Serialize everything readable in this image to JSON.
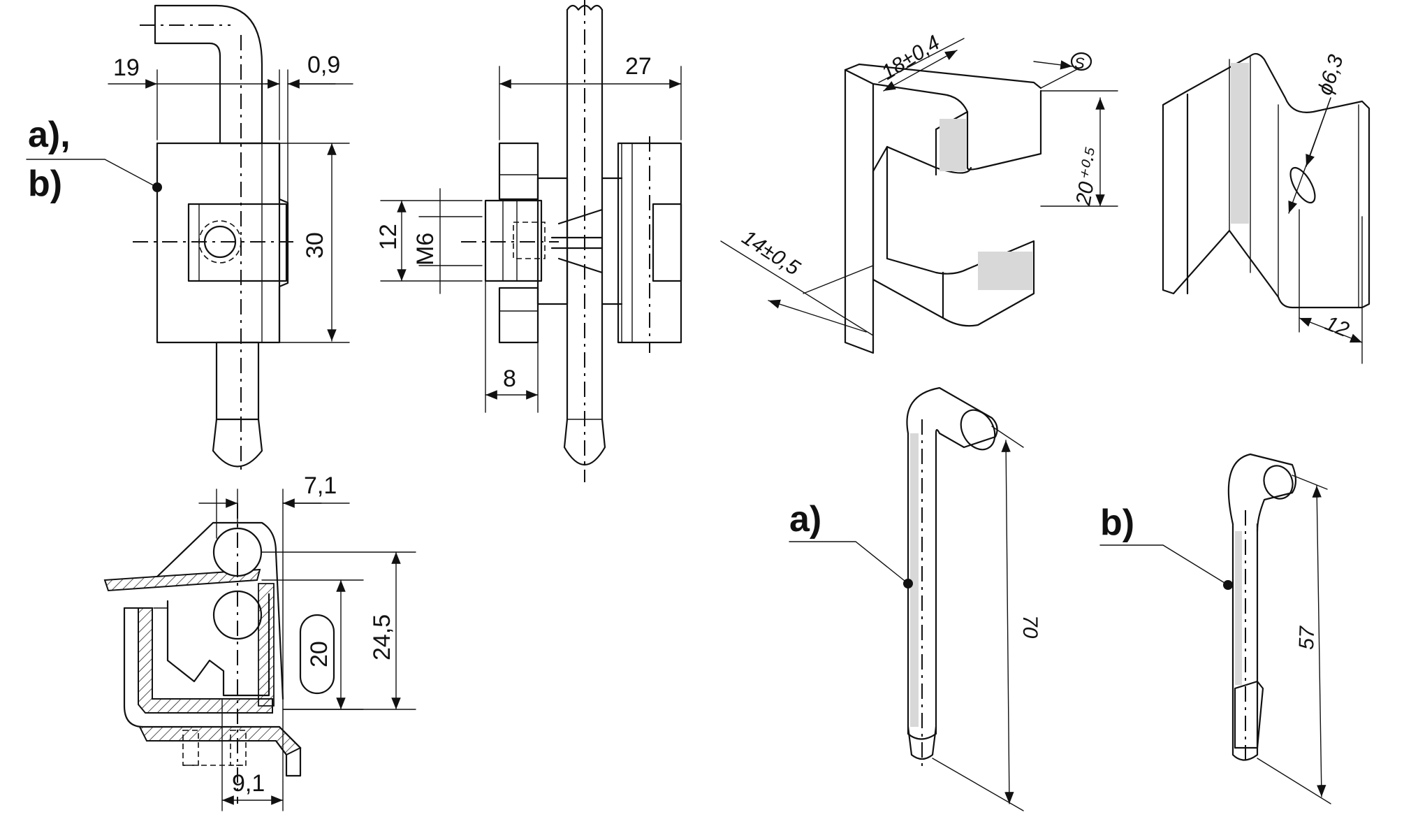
{
  "dimensions": {
    "d_19": "19",
    "d_0_9": "0,9",
    "d_30": "30",
    "d_27": "27",
    "d_12": "12",
    "d_m6": "M6",
    "d_8": "8",
    "d_7_1": "7,1",
    "d_20": "20",
    "d_24_5": "24,5",
    "d_9_1": "9,1",
    "d_18": "18±0,4",
    "d_20_05": "20⁺⁰·⁵",
    "d_14": "14±0,5",
    "d_s": "S",
    "d_phi": "ϕ6,3",
    "d_12b": "12",
    "d_70": "70",
    "d_57": "57"
  },
  "labels": {
    "ab_line1": "a),",
    "ab_line2": "b)",
    "a": "a)",
    "b": "b)"
  }
}
